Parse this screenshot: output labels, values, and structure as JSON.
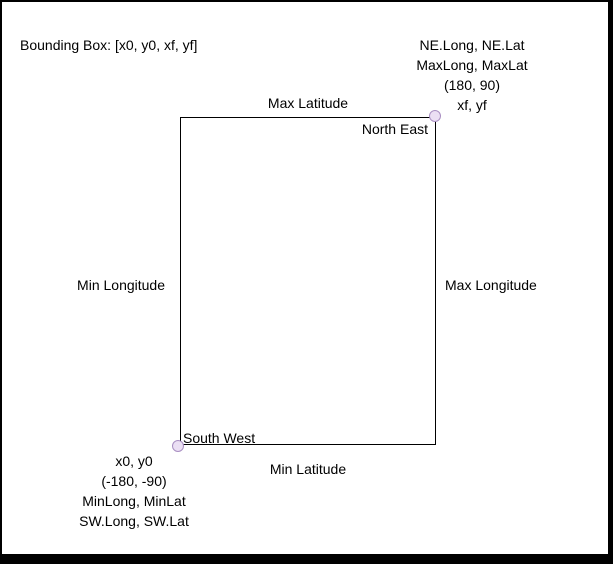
{
  "canvas": {
    "background": "#ffffff",
    "frame_color": "#000000"
  },
  "title": "Bounding Box: [x0, y0, xf, yf]",
  "box": {
    "stroke_color": "#000000",
    "edge_labels": {
      "top": "Max Latitude",
      "bottom": "Min Latitude",
      "left": "Min Longitude",
      "right": "Max Longitude"
    },
    "corners": {
      "north_east": {
        "label": "North East",
        "dot_fill": "#ebdff4",
        "dot_stroke": "#a98fc2",
        "annotation_lines": {
          "0": "NE.Long, NE.Lat",
          "1": "MaxLong, MaxLat",
          "2": "(180, 90)",
          "3": "xf, yf"
        }
      },
      "south_west": {
        "label": "South West",
        "dot_fill": "#ebdff4",
        "dot_stroke": "#a98fc2",
        "annotation_lines": {
          "0": "x0, y0",
          "1": "(-180, -90)",
          "2": "MinLong, MinLat",
          "3": "SW.Long, SW.Lat"
        }
      }
    }
  }
}
